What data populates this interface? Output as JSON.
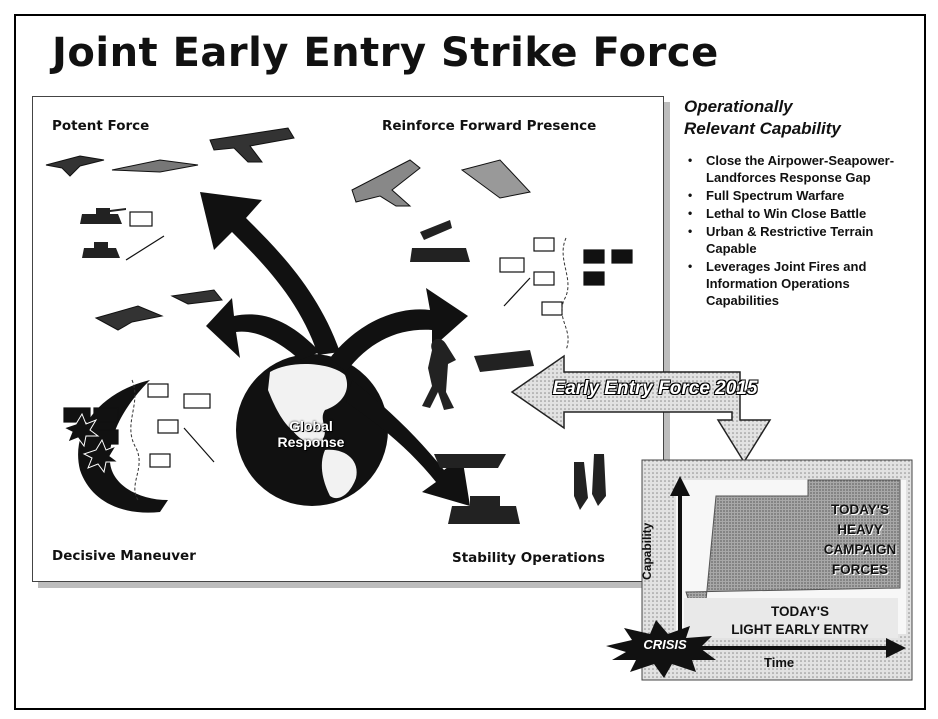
{
  "slide": {
    "title": "Joint Early Entry Strike Force"
  },
  "diagram": {
    "corners": {
      "top_left": "Potent Force",
      "top_right": "Reinforce Forward Presence",
      "bottom_left": "Decisive Maneuver",
      "bottom_right": "Stability Operations"
    },
    "globe_label_line1": "Global",
    "globe_label_line2": "Response",
    "banner_label": "Early Entry Force 2015"
  },
  "side": {
    "title_line1": "Operationally",
    "title_line2": "Relevant Capability",
    "bullets": [
      "Close the Airpower-Seapower-Landforces Response Gap",
      "Full Spectrum Warfare",
      "Lethal to Win Close Battle",
      "Urban & Restrictive Terrain Capable",
      "Leverages Joint Fires and Information Operations Capabilities"
    ]
  },
  "chart": {
    "heavy_line1": "TODAY'S",
    "heavy_line2": "HEAVY",
    "heavy_line3": "CAMPAIGN",
    "heavy_line4": "FORCES",
    "light_line1": "TODAY'S",
    "light_line2": "LIGHT EARLY ENTRY",
    "y_axis_label": "Capability",
    "x_axis_label": "Time",
    "crisis_label": "CRISIS"
  },
  "colors": {
    "arrow_dark": "#111111",
    "shaded_area": "#9a9a9a",
    "banner_fill": "#bdbdbd"
  }
}
